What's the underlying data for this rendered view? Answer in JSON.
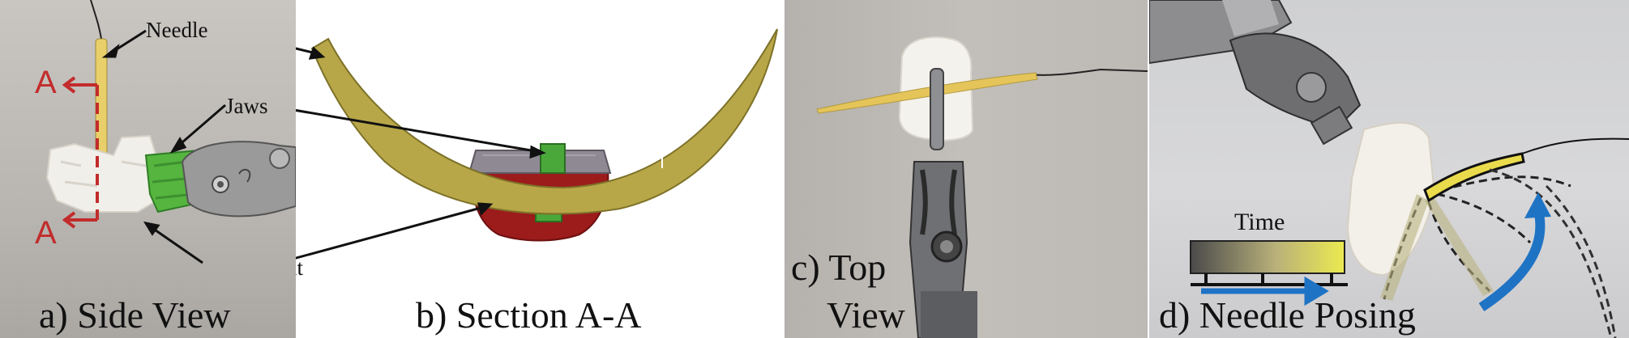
{
  "colors": {
    "annotation_red": "#c22c2c",
    "needle_tan": "#b8a748",
    "attachment_red": "#9c1b1b",
    "jaw_green": "#4aa83a",
    "arrow_blue": "#1f73c4",
    "time_gradient_start": "#4a4a4a",
    "time_gradient_end": "#ecea50"
  },
  "panel_a": {
    "caption": "a) Side View",
    "labels": {
      "needle": "Needle",
      "jaws": "Jaws",
      "attachment": "Attachment"
    },
    "section_markers": [
      "A",
      "A"
    ]
  },
  "panel_b": {
    "caption": "b) Section A-A"
  },
  "panel_c": {
    "caption_line1": "c) Top",
    "caption_line2": "View"
  },
  "panel_d": {
    "caption": "d) Needle Posing",
    "time_label": "Time"
  }
}
